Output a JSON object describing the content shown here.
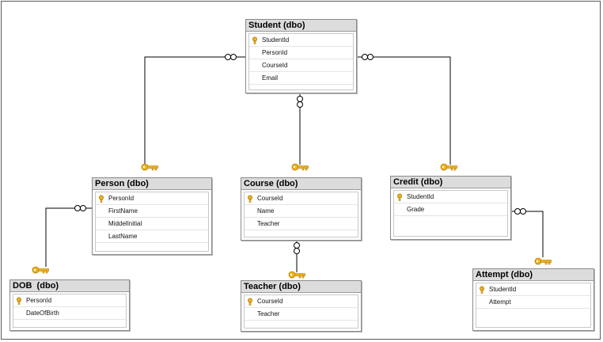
{
  "tables": {
    "student": {
      "title": "Student (dbo)",
      "columns": [
        "StudentId",
        "PersonId",
        "CourseId",
        "Email"
      ],
      "key_column": "StudentId"
    },
    "person": {
      "title": "Person (dbo)",
      "columns": [
        "PersonId",
        "FirstName",
        "MiddelInitial",
        "LastName"
      ],
      "key_column": "PersonId"
    },
    "course": {
      "title": "Course (dbo)",
      "columns": [
        "CourseId",
        "Name",
        "Teacher"
      ],
      "key_column": "CourseId"
    },
    "credit": {
      "title": "Credit (dbo)",
      "columns": [
        "StudentId",
        "Grade"
      ],
      "key_column": "StudentId"
    },
    "dob": {
      "title": "DOB  (dbo)",
      "columns": [
        "PersonId",
        "DateOfBirth"
      ],
      "key_column": "PersonId"
    },
    "teacher": {
      "title": "Teacher (dbo)",
      "columns": [
        "CourseId",
        "Teacher"
      ],
      "key_column": "CourseId"
    },
    "attempt": {
      "title": "Attempt (dbo)",
      "columns": [
        "StudentId",
        "Attempt"
      ],
      "key_column": "StudentId"
    }
  },
  "relationships": [
    {
      "from": "student",
      "to": "person",
      "many_end": "student",
      "key_end": "person"
    },
    {
      "from": "student",
      "to": "course",
      "many_end": "student",
      "key_end": "course"
    },
    {
      "from": "student",
      "to": "credit",
      "many_end": "student",
      "key_end": "credit"
    },
    {
      "from": "person",
      "to": "dob",
      "many_end": "person",
      "key_end": "dob"
    },
    {
      "from": "course",
      "to": "teacher",
      "many_end": "course",
      "key_end": "teacher"
    },
    {
      "from": "credit",
      "to": "attempt",
      "many_end": "credit",
      "key_end": "attempt"
    }
  ],
  "colors": {
    "key": "#f2b21b",
    "line": "#000000",
    "header": "#dcdcdc",
    "border": "#8a8a8a"
  }
}
